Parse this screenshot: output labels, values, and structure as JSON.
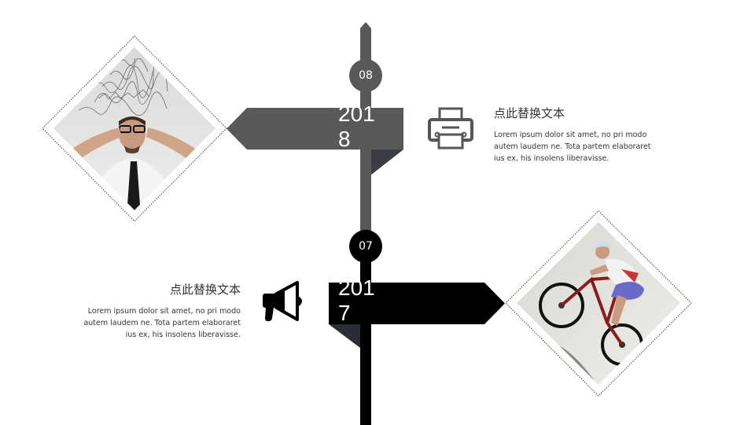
{
  "colors": {
    "pole_2018": "#595959",
    "pole_2017": "#000000",
    "fold": "#3a3d45",
    "text": "#333333"
  },
  "milestones": [
    {
      "index": "08",
      "year": "2018",
      "title": "点此替换文本",
      "description": "Lorem ipsum dolor sit amet, no pri modo autem laudem ne. Tota partem elaboraret ius ex, his insolens liberavisse.",
      "icon": "printer-icon",
      "photo": "stressed-man-photo"
    },
    {
      "index": "07",
      "year": "2017",
      "title": "点此替换文本",
      "description": "Lorem ipsum dolor sit amet, no pri modo autem laudem ne. Tota partem elaboraret ius ex, his insolens liberavisse.",
      "icon": "megaphone-icon",
      "photo": "mountain-biker-photo"
    }
  ]
}
